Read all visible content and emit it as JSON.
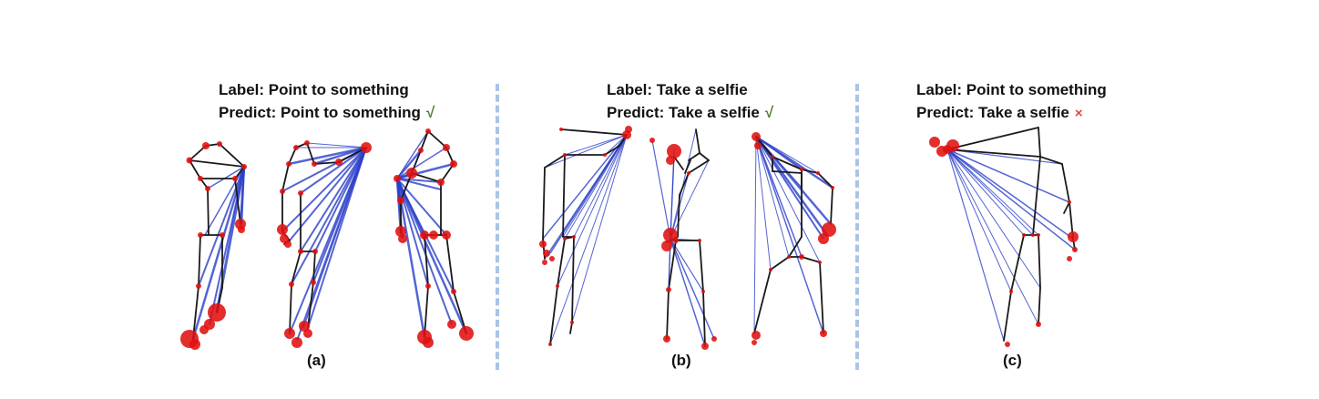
{
  "panels": [
    {
      "id": "a",
      "label": "Label: Point to something",
      "predict": "Predict: Point to something",
      "mark": "√",
      "sublabel": "(a)"
    },
    {
      "id": "b",
      "label": "Label: Take a selfie",
      "predict": "Predict: Take a selfie",
      "mark": "√",
      "sublabel": "(b)"
    },
    {
      "id": "c",
      "label": "Label: Point to something",
      "predict": "Predict: Take a selfie",
      "mark": "×",
      "sublabel": "(c)"
    }
  ],
  "colors": {
    "skeleton": "#1a1a1a",
    "attention": "#2a3fc9",
    "joint": "#e01010",
    "correct": "#4f7f2e",
    "wrong": "#e0463a",
    "divider": "#a9c4e8"
  }
}
